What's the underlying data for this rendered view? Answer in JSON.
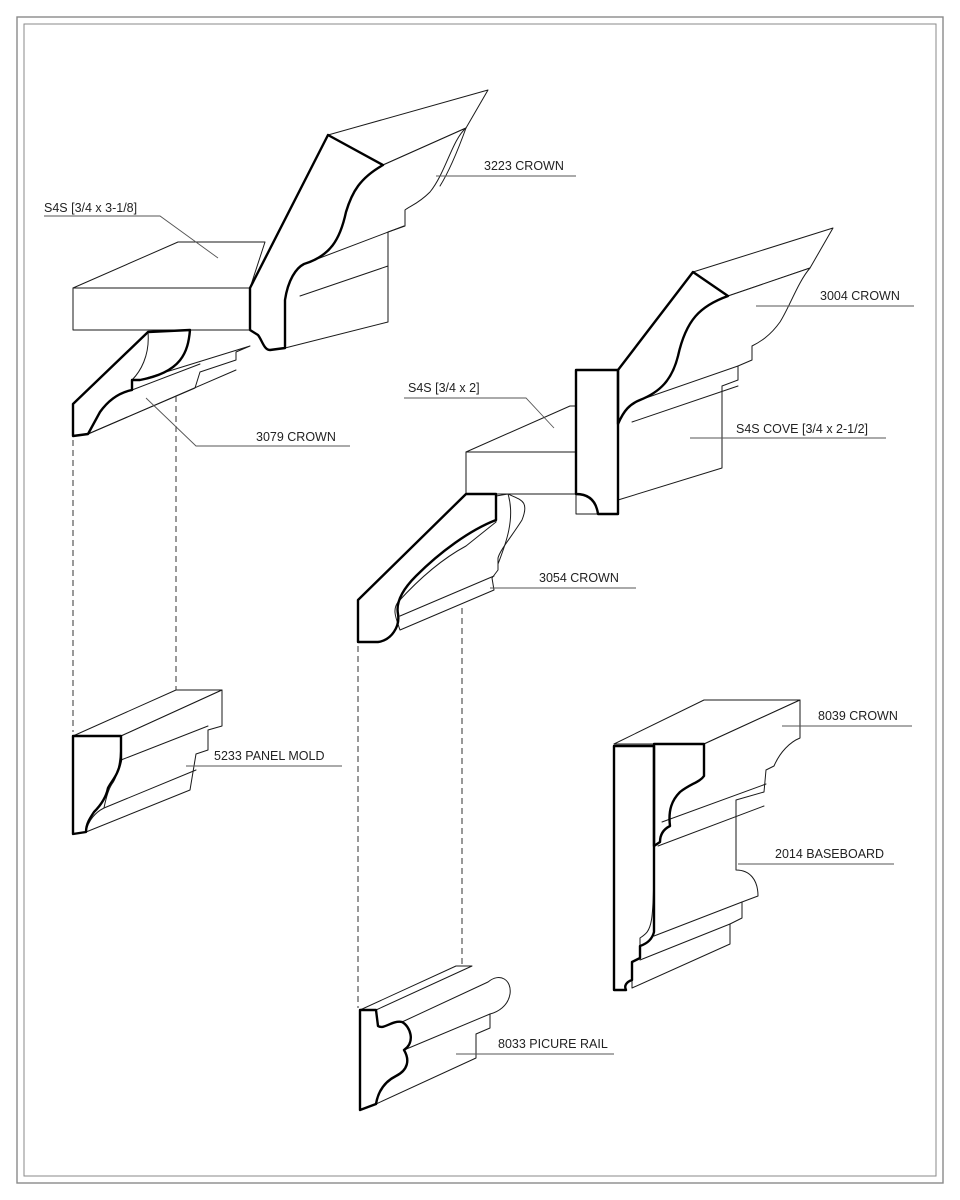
{
  "sheet": {
    "labels": {
      "s4s_a": "S4S [3/4 x 3-1/8]",
      "crown_3223": "3223 CROWN",
      "crown_3079": "3079 CROWN",
      "crown_3004": "3004 CROWN",
      "s4s_b": "S4S [3/4 x 2]",
      "s4s_cove": "S4S COVE [3/4 x 2-1/2]",
      "crown_3054": "3054 CROWN",
      "panel_5233": "5233 PANEL MOLD",
      "crown_8039": "8039 CROWN",
      "baseboard_2014": "2014 BASEBOARD",
      "picture_rail_8033": "8033 PICURE RAIL"
    }
  }
}
